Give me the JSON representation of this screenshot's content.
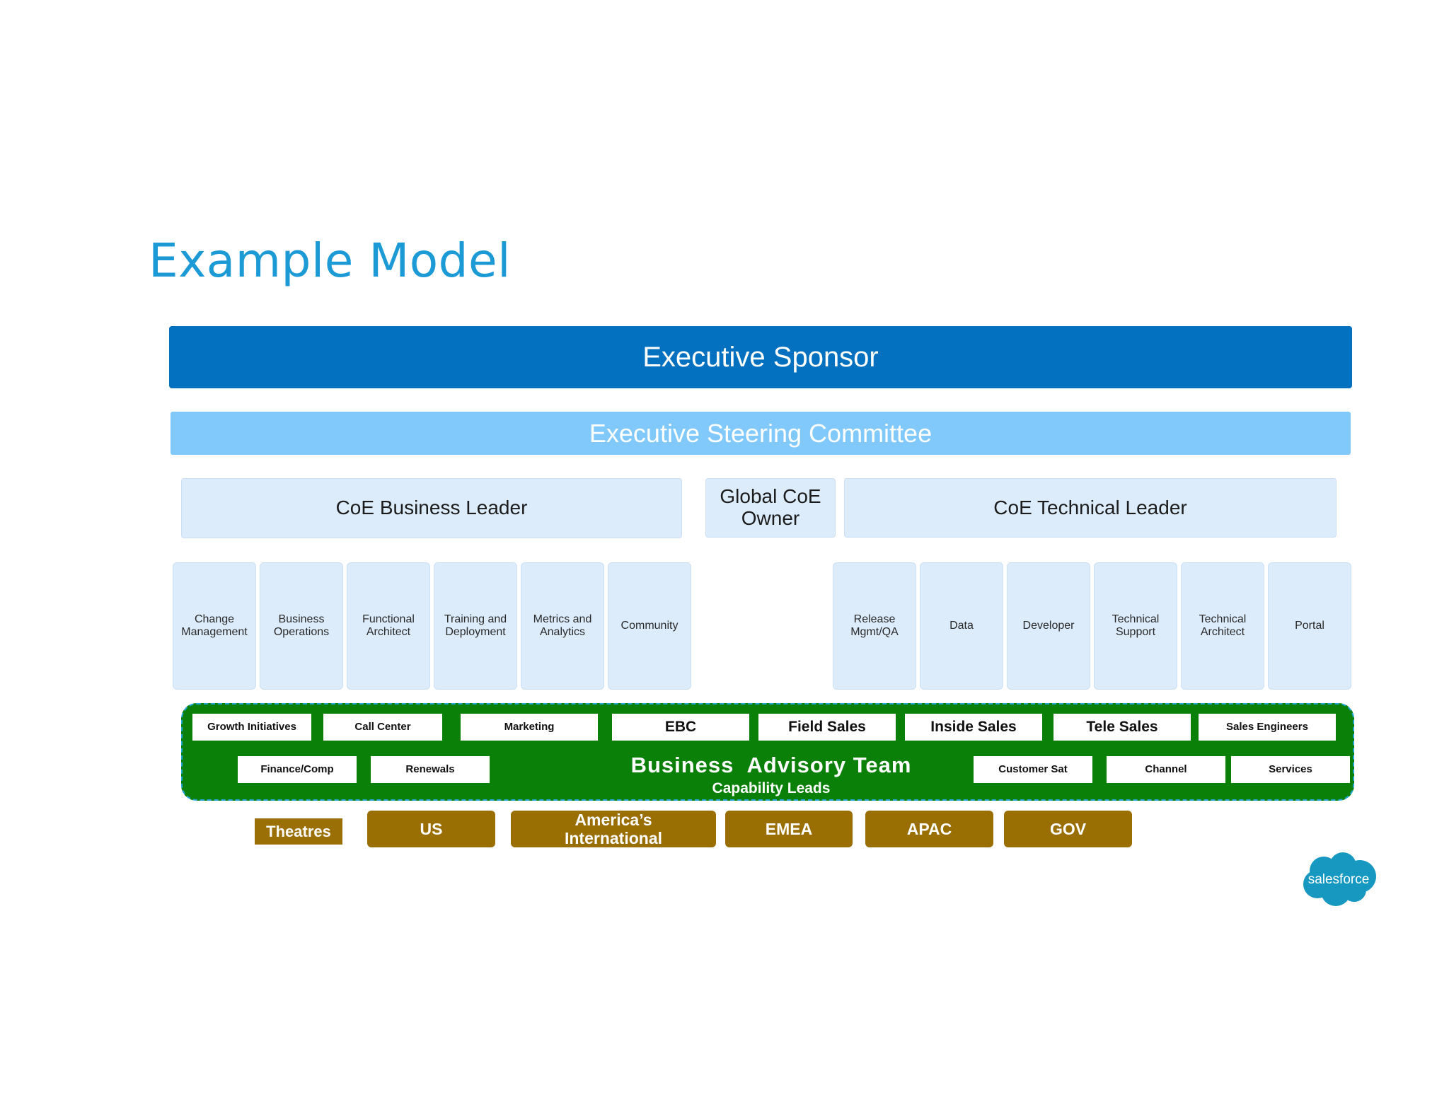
{
  "title": "Example Model",
  "executive_sponsor": "Executive Sponsor",
  "executive_steering": "Executive Steering Committee",
  "leaders": {
    "business": "CoE Business Leader",
    "global_owner": "Global CoE Owner",
    "technical": "CoE Technical Leader"
  },
  "business_capabilities": [
    "Change Management",
    "Business Operations",
    "Functional Architect",
    "Training and Deployment",
    "Metrics and Analytics",
    "Community"
  ],
  "technical_capabilities": [
    "Release Mgmt/QA",
    "Data",
    "Developer",
    "Technical Support",
    "Technical Architect",
    "Portal"
  ],
  "advisory": {
    "title": "Business  Advisory Team",
    "subtitle": "Capability Leads",
    "row1": [
      "Growth Initiatives",
      "Call Center",
      "Marketing",
      "EBC",
      "Field Sales",
      "Inside Sales",
      "Tele Sales",
      "Sales Engineers"
    ],
    "row2_left": [
      "Finance/Comp",
      "Renewals"
    ],
    "row2_right": [
      "Customer Sat",
      "Channel",
      "Services"
    ]
  },
  "theatres": {
    "label": "Theatres",
    "items": [
      "US",
      "America’s International",
      "EMEA",
      "APAC",
      "GOV"
    ]
  },
  "logo_text": "salesforce",
  "colors": {
    "title": "#1b9ad6",
    "sponsor": "#0370c0",
    "steering": "#80c9fa",
    "light_box": "#dcecfb",
    "advisory_green": "#0a8009",
    "theatre_gold": "#996e03",
    "logo_blue": "#1798c1"
  }
}
